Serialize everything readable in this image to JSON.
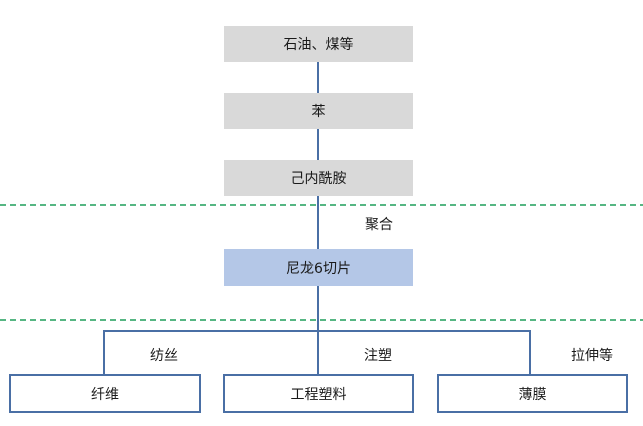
{
  "nodes": {
    "raw": "石油、煤等",
    "benzene": "苯",
    "caprolactam": "己内酰胺",
    "nylon_chip": "尼龙6切片",
    "fiber": "纤维",
    "plastic": "工程塑料",
    "film": "薄膜"
  },
  "edge_labels": {
    "polymerization": "聚合",
    "spinning": "纺丝",
    "injection": "注塑",
    "stretching": "拉伸等"
  },
  "colors": {
    "gray_box": "#d9d9d9",
    "blue_box": "#b4c7e7",
    "line": "#4a6fa5",
    "dashed_divider": "#1f9e5a"
  }
}
